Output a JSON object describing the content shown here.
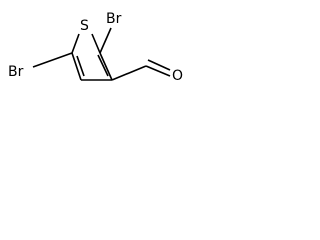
{
  "molecule": {
    "atoms": {
      "sulfur": "S",
      "bromine_top": "Br",
      "bromine_left": "Br",
      "oxygen": "O"
    }
  }
}
